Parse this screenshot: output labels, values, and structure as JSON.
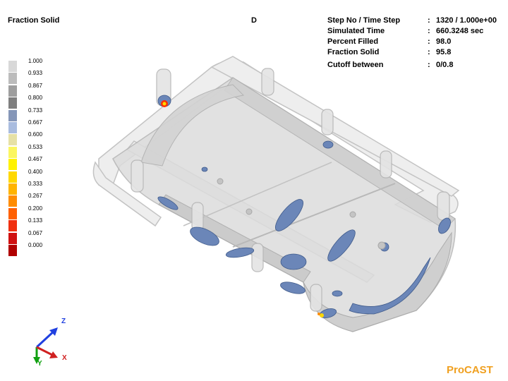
{
  "header": {
    "title": "Fraction Solid",
    "view_label": "D"
  },
  "info": [
    {
      "label": "Step No / Time Step",
      "value": "1320 / 1.000e+00"
    },
    {
      "label": "Simulated Time",
      "value": "660.3248 sec"
    },
    {
      "label": "Percent Filled",
      "value": "98.0"
    },
    {
      "label": "Fraction Solid",
      "value": "95.8"
    },
    {
      "label": "Cutoff between",
      "value": "0/0.8"
    }
  ],
  "legend": {
    "entries": [
      {
        "label": "1.000",
        "color": "#d8d8d8"
      },
      {
        "label": "0.933",
        "color": "#bcbcbc"
      },
      {
        "label": "0.867",
        "color": "#9e9e9e"
      },
      {
        "label": "0.800",
        "color": "#7f7f7f"
      },
      {
        "label": "0.733",
        "color": "#8596b8"
      },
      {
        "label": "0.667",
        "color": "#a9bcdf"
      },
      {
        "label": "0.600",
        "color": "#e6e1a6"
      },
      {
        "label": "0.533",
        "color": "#fbf660"
      },
      {
        "label": "0.467",
        "color": "#fff200"
      },
      {
        "label": "0.400",
        "color": "#ffd800"
      },
      {
        "label": "0.333",
        "color": "#ffb400"
      },
      {
        "label": "0.267",
        "color": "#ff8c00"
      },
      {
        "label": "0.200",
        "color": "#ff6000"
      },
      {
        "label": "0.133",
        "color": "#f03010"
      },
      {
        "label": "0.067",
        "color": "#d01010"
      },
      {
        "label": "0.000",
        "color": "#b00000"
      }
    ]
  },
  "triad": {
    "z": "Z",
    "y": "Y",
    "x": "X"
  },
  "brand": "ProCAST",
  "colors": {
    "solid_blob": "#6b86b8",
    "hot_spot": "#ff3000",
    "brand": "#f0a020"
  }
}
